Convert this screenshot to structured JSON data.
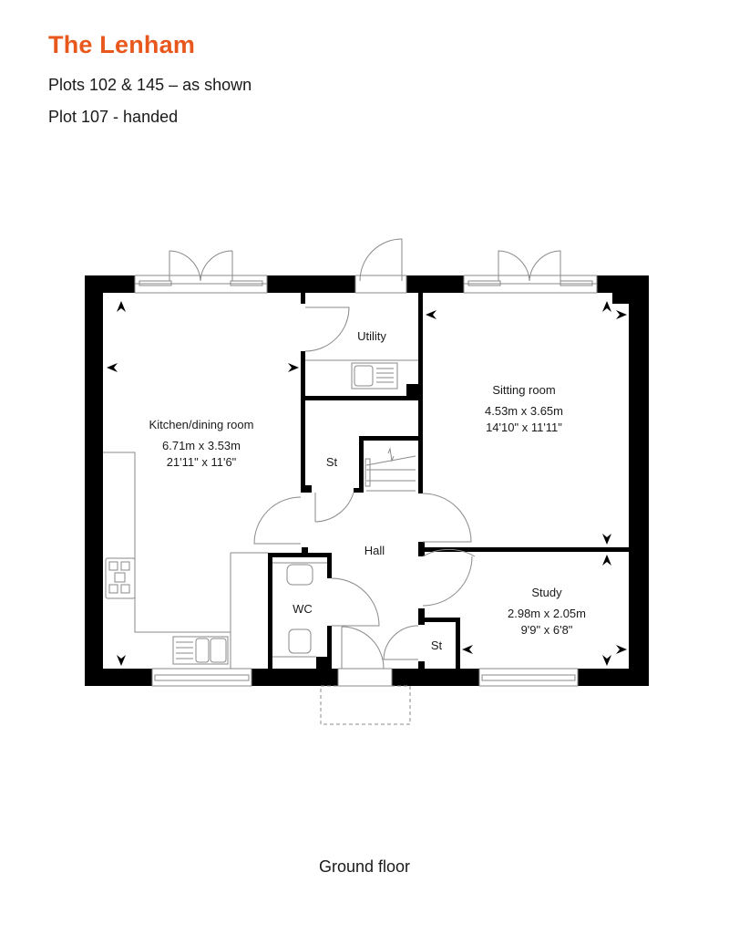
{
  "header": {
    "title": "The Lenham",
    "subtitle_1": "Plots 102 & 145 – as shown",
    "subtitle_2": "Plot 107 - handed",
    "title_color": "#e8581c"
  },
  "floor_label": "Ground floor",
  "rooms": [
    {
      "id": "kitchen",
      "name": "Kitchen/dining room",
      "metric": "6.71m x 3.53m",
      "imperial": "21'11\" x 11'6\""
    },
    {
      "id": "utility",
      "name": "Utility"
    },
    {
      "id": "sitting",
      "name": "Sitting room",
      "metric": "4.53m x 3.65m",
      "imperial": "14'10\" x 11'11\""
    },
    {
      "id": "store1",
      "name": "St"
    },
    {
      "id": "hall",
      "name": "Hall"
    },
    {
      "id": "wc",
      "name": "WC"
    },
    {
      "id": "study",
      "name": "Study",
      "metric": "2.98m x 2.05m",
      "imperial": "9'9\" x 6'8\""
    },
    {
      "id": "store2",
      "name": "St"
    }
  ],
  "colors": {
    "wall": "#000000",
    "fixture_line": "#8a8a8a",
    "background": "#ffffff"
  }
}
